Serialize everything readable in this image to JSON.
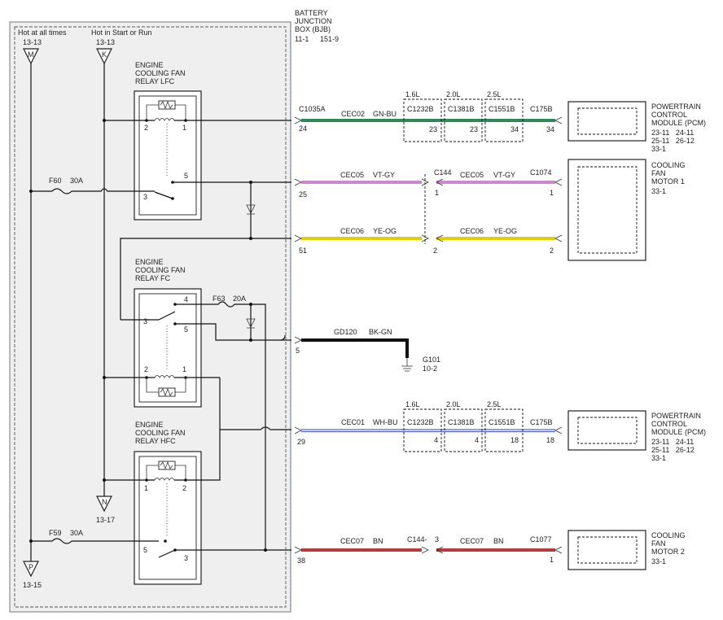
{
  "bjb": {
    "title1": "BATTERY",
    "title2": "JUNCTION",
    "title3": "BOX (BJB)",
    "ref1": "11-1",
    "ref2": "151-9"
  },
  "power": {
    "hot_all": "Hot at all times",
    "hot_all_ref": "13-13",
    "hot_all_tag": "M",
    "hot_run": "Hot in Start or Run",
    "hot_run_ref": "13-13",
    "hot_run_tag": "K"
  },
  "relays": {
    "lfc": {
      "l1": "ENGINE",
      "l2": "COOLING FAN",
      "l3": "RELAY LFC",
      "p2": "2",
      "p1": "1",
      "p3": "3",
      "p5": "5"
    },
    "fc": {
      "l1": "ENGINE",
      "l2": "COOLING FAN",
      "l3": "RELAY FC",
      "p3": "3",
      "p4": "4",
      "p5": "5",
      "p2": "2",
      "p1": "1"
    },
    "hfc": {
      "l1": "ENGINE",
      "l2": "COOLING FAN",
      "l3": "RELAY HFC",
      "p1": "1",
      "p2": "2",
      "p5": "5",
      "p3": "3"
    }
  },
  "fuses": {
    "f60": {
      "name": "F60",
      "rating": "30A"
    },
    "f63": {
      "name": "F63",
      "rating": "20A"
    },
    "f59": {
      "name": "F59",
      "rating": "30A"
    }
  },
  "offpage": {
    "n": {
      "tag": "N",
      "ref": "13-17"
    },
    "p": {
      "tag": "P",
      "ref": "13-15"
    }
  },
  "circuits": {
    "c1": {
      "conn": "C1035A",
      "pin": "24",
      "name": "CEC02",
      "color": "GN-BU",
      "eng1": "1.6L",
      "eng2": "2.0L",
      "eng3": "2.5L",
      "c_a": "C1232B",
      "c_b": "C1381B",
      "c_c": "C1551B",
      "c_end": "C175B",
      "pa": "23",
      "pb": "23",
      "pc": "34",
      "pend": "34"
    },
    "c2": {
      "pin": "25",
      "name": "CEC05",
      "color": "VT-GY",
      "conn_mid": "C144",
      "pin_mid": "1",
      "name2": "CEC05",
      "color2": "VT-GY",
      "conn_end": "C1074",
      "pin_end": "1"
    },
    "c3": {
      "pin": "51",
      "name": "CEC06",
      "color": "YE-OG",
      "pin_mid": "2",
      "name2": "CEC06",
      "color2": "YE-OG",
      "pin_end": "2"
    },
    "c4": {
      "pin": "5",
      "name": "GD120",
      "color": "BK-GN",
      "ground": "G101",
      "ground_ref": "10-2"
    },
    "c5": {
      "pin": "29",
      "name": "CEC01",
      "color": "WH-BU",
      "eng1": "1.6L",
      "eng2": "2.0L",
      "eng3": "2.5L",
      "c_a": "C1232B",
      "c_b": "C1381B",
      "c_c": "C1551B",
      "c_end": "C175B",
      "pa": "4",
      "pb": "4",
      "pc": "18",
      "pend": "18"
    },
    "c6": {
      "pin": "38",
      "name": "CEC07",
      "color": "BN",
      "conn_mid": "C144-",
      "pin_mid": "3",
      "name2": "CEC07",
      "color2": "BN",
      "conn_end": "C1077",
      "pin_end": "1"
    }
  },
  "components": {
    "pcm1": {
      "l1": "POWERTRAIN",
      "l2": "CONTROL",
      "l3": "MODULE (PCM)",
      "r1": "23-11   24-11",
      "r2": "25-11   26-12",
      "r3": "33-1"
    },
    "motor1": {
      "l1": "COOLING",
      "l2": "FAN",
      "l3": "MOTOR 1",
      "r1": "33-1"
    },
    "pcm2": {
      "l1": "POWERTRAIN",
      "l2": "CONTROL",
      "l3": "MODULE (PCM)",
      "r1": "23-11   24-11",
      "r2": "25-11   26-12",
      "r3": "33-1"
    },
    "motor2": {
      "l1": "COOLING",
      "l2": "FAN",
      "l3": "MOTOR 2",
      "r1": "33-1"
    }
  },
  "colors": {
    "panel": "#efefef",
    "gnbu": "#2f8a5a",
    "vtgy": "#cc88cc",
    "yeog": "#e0d000",
    "bkgn": "#111111",
    "whbu": "#5566cc",
    "bn": "#b83a3a"
  }
}
